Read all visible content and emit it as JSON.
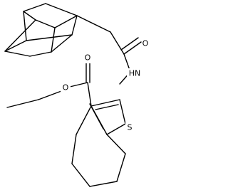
{
  "atoms": {
    "carbonyl_oxygen": "O",
    "amide_nh": "HN",
    "ester_carbonyl_oxygen": "O",
    "ester_ether_oxygen": "O",
    "thiophene_sulfur": "S"
  }
}
